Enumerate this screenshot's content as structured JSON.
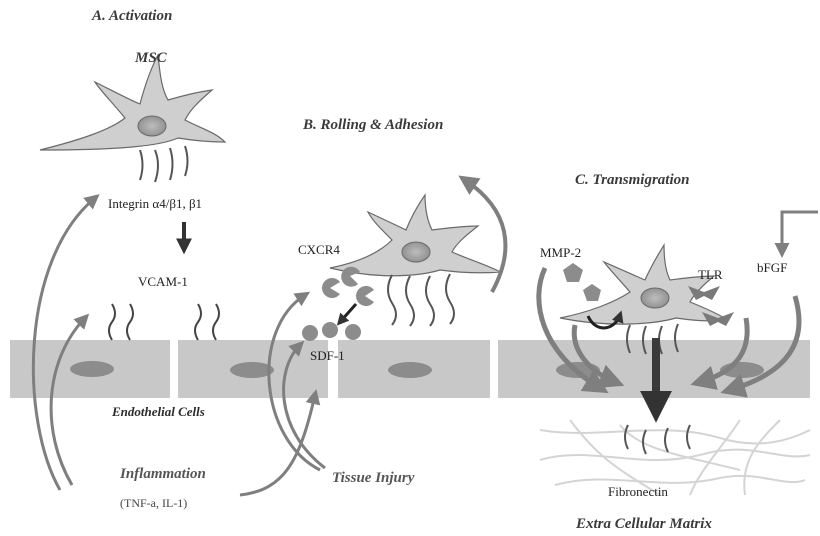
{
  "sections": {
    "activation": "A. Activation",
    "rolling": "B. Rolling & Adhesion",
    "transmigration": "C. Transmigration"
  },
  "labels": {
    "msc": "MSC",
    "integrin": "Integrin α4/β1, β1",
    "vcam": "VCAM-1",
    "cxcr4": "CXCR4",
    "sdf": "SDF-1",
    "mmp": "MMP-2",
    "tlr": "TLR",
    "bfgf": "bFGF",
    "endothelial": "Endothelial Cells",
    "inflammation": "Inflammation",
    "inflammation_sub": "(TNF-a, IL-1)",
    "tissue_injury": "Tissue Injury",
    "fibronectin": "Fibronectin",
    "ecm": "Extra Cellular Matrix"
  },
  "colors": {
    "endothelium": "#c8c8c8",
    "nucleus": "#8c8c8c",
    "arrow": "#7f7f7f",
    "dark_arrow": "#333333",
    "cell_fill": "#d9d9d9",
    "cell_outline": "#6a6a6a",
    "ecm_fiber": "#d4d4d4"
  },
  "icons": [
    "msc-cell-icon",
    "vcam-receptor-icon",
    "cxcr4-receptor-icon",
    "sdf1-ligand-icon",
    "mmp2-enzyme-icon",
    "tlr-receptor-icon",
    "ecm-fiber-icon"
  ]
}
